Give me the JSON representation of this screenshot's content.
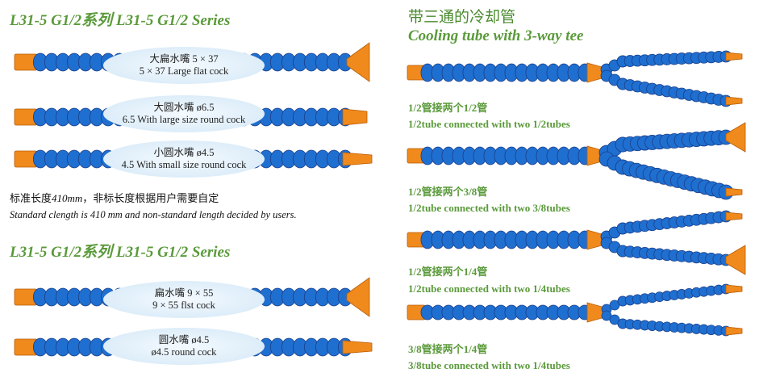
{
  "left": {
    "series_title_1": "L31-5  G1/2系列    L31-5  G1/2 Series",
    "products_1": [
      {
        "cn": "大扁水嘴 5 × 37",
        "en": "5 × 37 Large flat cock"
      },
      {
        "cn": "大圆水嘴 ø6.5",
        "en": "6.5 With large size round cock"
      },
      {
        "cn": "小圆水嘴 ø4.5",
        "en": "4.5 With small size round cock"
      }
    ],
    "note_cn_prefix": "标准长度",
    "note_cn_len": "410mm",
    "note_cn_suffix": "，非标长度根据用户需要自定",
    "note_en": "Standard clength is 410 mm and non-standard length decided by users.",
    "series_title_2": "L31-5  G1/2系列    L31-5  G1/2 Series",
    "products_2": [
      {
        "cn": "扁水嘴 9 × 55",
        "en": "9 × 55 flst cock"
      },
      {
        "cn": "圆水嘴 ø4.5",
        "en": "ø4.5 round cock"
      }
    ]
  },
  "right": {
    "title_cn": "带三通的冷却管",
    "title_en": "Cooling tube with 3-way tee",
    "items": [
      {
        "cn": "1/2管接两个1/2管",
        "en": "1/2tube connected with two 1/2tubes"
      },
      {
        "cn": "1/2管接两个3/8管",
        "en": "1/2tube connected with two 3/8tubes"
      },
      {
        "cn": "1/2管接两个1/4管",
        "en": "1/2tube connected with two 1/4tubes"
      },
      {
        "cn": "3/8管接两个1/4管",
        "en": "3/8tube connected with two 1/4tubes"
      }
    ]
  },
  "colors": {
    "tube_blue": "#1f6fd0",
    "tube_dark": "#1a3f8a",
    "fitting_orange": "#f08a1c",
    "oval": "#ddedf9",
    "title_green": "#5a9a3a"
  }
}
